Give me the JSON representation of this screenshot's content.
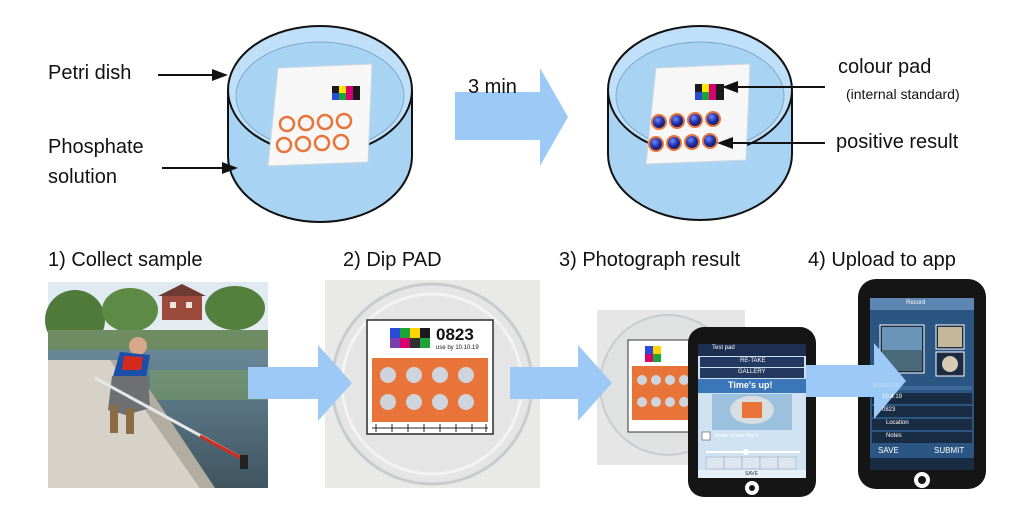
{
  "top": {
    "petri_dish": "Petri dish",
    "phosphate_line1": "Phosphate",
    "phosphate_line2": "solution",
    "time": "3 min",
    "colour_pad": "colour pad",
    "internal_standard": "(internal standard)",
    "positive_result": "positive result"
  },
  "steps": [
    {
      "label": "1) Collect sample"
    },
    {
      "label": "2) Dip PAD"
    },
    {
      "label": "3) Photograph result"
    },
    {
      "label": "4) Upload to app"
    }
  ],
  "pad": {
    "id": "0823",
    "use_by": "use by 10.10.19"
  },
  "phone3": {
    "header": "Test pad",
    "retake": "RE-TAKE",
    "gallery": "GALLERY",
    "times_up": "Time's up!",
    "shade": "Shade of blue line 1",
    "save": "SAVE"
  },
  "phone4": {
    "header": "Record",
    "location_header": "LOCATION",
    "date": "10.4.19",
    "pad_id": "0823",
    "location": "Location",
    "notes": "Notes",
    "save": "SAVE",
    "submit": "SUBMIT"
  },
  "colors": {
    "arrow": "#9cc9f5",
    "dish_liquid": "#a9d3f3",
    "pad_orange": "#e8743a",
    "positive_blue": "#2a3fc4"
  }
}
